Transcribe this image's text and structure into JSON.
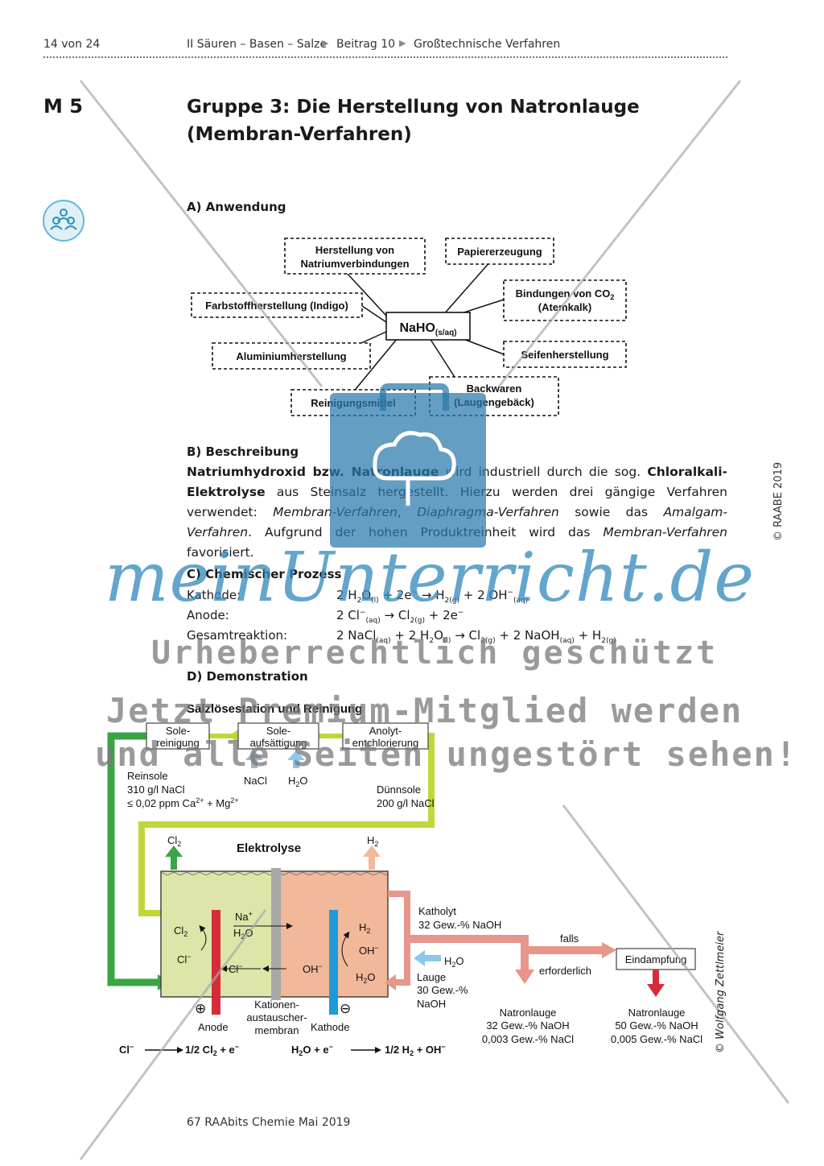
{
  "header": {
    "page": "14 von 24",
    "section": "II  Säuren – Basen – Salze",
    "article": "Beitrag 10",
    "topic": "Großtechnische Verfahren"
  },
  "material_label": "M 5",
  "title_line1": "Gruppe 3: Die Herstellung von Natronlauge",
  "title_line2": "(Membran-Verfahren)",
  "section_a": "A) Anwendung",
  "mindmap": {
    "center": "NaHO",
    "center_sub": "(s/aq)",
    "nodes": {
      "natrium_line1": "Herstellung von",
      "natrium_line2": "Natriumverbindungen",
      "papier": "Papiererzeugung",
      "farbstoff": "Farbstoffherstellung (Indigo)",
      "co2_line1": "Bindungen von CO",
      "co2_sub": "2",
      "co2_line2": "(Atemkalk)",
      "aluminium": "Aluminiumherstellung",
      "seife": "Seifenherstellung",
      "reinigung": "Reinigungsmittel",
      "back_line1": "Backwaren",
      "back_line2": "(Laugengebäck)"
    }
  },
  "section_b": "B) Beschreibung",
  "description": {
    "s1_b1": "Natriumhydroxid bzw. Natronlauge",
    "s1_t1": " wird industriell durch die sog. ",
    "s1_b2": "Chloralkali-Elektrolyse",
    "s1_t2": " aus Steinsalz hergestellt. Hierzu werden drei gängige Verfahren verwendet: ",
    "s1_i1": "Membran-Verfahren",
    "s1_t3": ", ",
    "s1_i2": "Diaphragma-Verfahren",
    "s1_t4": " sowie das ",
    "s1_i3": "Amalgam-Verfahren",
    "s1_t5": ". Aufgrund der hohen Produktreinheit wird das ",
    "s1_i4": "Membran-Verfahren",
    "s1_t6": " favorisiert."
  },
  "section_c": "C) Chemischer Prozess",
  "reactions": {
    "kathode_label": "Kathode:",
    "anode_label": "Anode:",
    "gesamt_label": "Gesamtreaktion:",
    "k_a": "2 H",
    "k_b": "2",
    "k_c": "O",
    "k_d": "(l)",
    "k_e": " + 2e",
    "k_f": "−",
    "k_g": " → H",
    "k_h": "2(g)",
    "k_i": " + 2 OH",
    "k_j": "−",
    "k_k": "(aq)",
    "a_a": "2 Cl",
    "a_b": "−",
    "a_c": "(aq)",
    "a_d": " → Cl",
    "a_e": "2(g)",
    "a_f": " + 2e",
    "a_g": "−",
    "g_a": "2 NaCl",
    "g_b": "(aq)",
    "g_c": " + 2 H",
    "g_d": "2",
    "g_e": "O",
    "g_f": "(l)",
    "g_g": " → Cl",
    "g_h": "2(g)",
    "g_i": " + 2 NaOH",
    "g_j": "(aq)",
    "g_k": " + H",
    "g_l": "2(g)"
  },
  "section_d": "D) Demonstration",
  "diagram": {
    "salt_title": "Salzlösestation und Reinigung",
    "box_sole_reinigung_1": "Sole-",
    "box_sole_reinigung_2": "reinigung",
    "box_sole_aufs_1": "Sole-",
    "box_sole_aufs_2": "aufsättigung",
    "box_anolyt_1": "Anolyt-",
    "box_anolyt_2": "entchlorierung",
    "nacl_in": "NaCl",
    "h2o_in_a": "H",
    "h2o_in_b": "2",
    "h2o_in_c": "O",
    "reinsole_1": "Reinsole",
    "reinsole_2": "310 g/l NaCl",
    "reinsole_3a": "≤ 0,02 ppm Ca",
    "reinsole_3b": "2+",
    "reinsole_3c": " + Mg",
    "reinsole_3d": "2+",
    "duennsole_1": "Dünnsole",
    "duennsole_2": "200 g/l NaCl",
    "elektrolyse": "Elektrolyse",
    "cl2_out_a": "Cl",
    "cl2_out_b": "2",
    "h2_out_a": "H",
    "h2_out_b": "2",
    "cell_cl2_a": "Cl",
    "cell_cl2_b": "2",
    "cell_cl_a": "Cl",
    "cell_cl_b": "−",
    "cell_na_a": "Na",
    "cell_na_b": "+",
    "cell_h2o_mid_a": "H",
    "cell_h2o_mid_b": "2",
    "cell_h2o_mid_c": "O",
    "cell_cl_mid_a": "Cl",
    "cell_cl_mid_b": "−",
    "cell_oh_mid_a": "OH",
    "cell_oh_mid_b": "−",
    "cell_h2_a": "H",
    "cell_h2_b": "2",
    "cell_oh_a": "OH",
    "cell_oh_b": "−",
    "cell_h2o_a": "H",
    "cell_h2o_b": "2",
    "cell_h2o_c": "O",
    "plus": "⊕",
    "minus": "⊖",
    "anode": "Anode",
    "membrane_1": "Kationen-",
    "membrane_2": "austauscher-",
    "membrane_3": "membran",
    "kathode": "Kathode",
    "katholyt_1": "Katholyt",
    "katholyt_2": "32 Gew.-% NaOH",
    "lauge_h2o_a": "H",
    "lauge_h2o_b": "2",
    "lauge_h2o_c": "O",
    "lauge_1": "Lauge",
    "lauge_2": "30 Gew.-%",
    "lauge_3": "NaOH",
    "falls": "falls",
    "erforderlich": "erforderlich",
    "eindampfung": "Eindampfung",
    "nl32_1": "Natronlauge",
    "nl32_2": "32 Gew.-% NaOH",
    "nl32_3": "0,003 Gew.-% NaCl",
    "nl50_1": "Natronlauge",
    "nl50_2": "50 Gew.-% NaOH",
    "nl50_3": "0,005 Gew.-% NaCl",
    "eq_anode_a": "Cl",
    "eq_anode_b": "−",
    "eq_anode_c": "1/2 Cl",
    "eq_anode_d": "2",
    "eq_anode_e": " + e",
    "eq_anode_f": "−",
    "eq_kathode_a": "H",
    "eq_kathode_b": "2",
    "eq_kathode_c": "O + e",
    "eq_kathode_d": "−",
    "eq_kathode_e": "1/2 H",
    "eq_kathode_f": "2",
    "eq_kathode_g": " + OH",
    "eq_kathode_h": "−",
    "credit": "© Wolfgang Zettlmeier"
  },
  "watermark": {
    "brand": "meinUnterricht.de",
    "line1": "Urheberrechtlich geschützt",
    "line2": "Jetzt Premium-Mitglied werden",
    "line3": "und alle Seiten ungestört sehen!"
  },
  "side_copyright": "© RAABE 2019",
  "footer": "67 RAAbits Chemie Mai 2019",
  "colors": {
    "cell_left": "#dde6a8",
    "cell_right": "#f1b89a",
    "pipe_green": "#3aa545",
    "pipe_yellowgreen": "#c2d63a",
    "pipe_salmon": "#e8958a",
    "anode_red": "#d62b3a",
    "kathode_blue": "#1e9ad6",
    "arrow_blue": "#8ec7e8",
    "arrow_gray": "#a6b4c2",
    "watermark_blue": "#3c8cbe"
  }
}
